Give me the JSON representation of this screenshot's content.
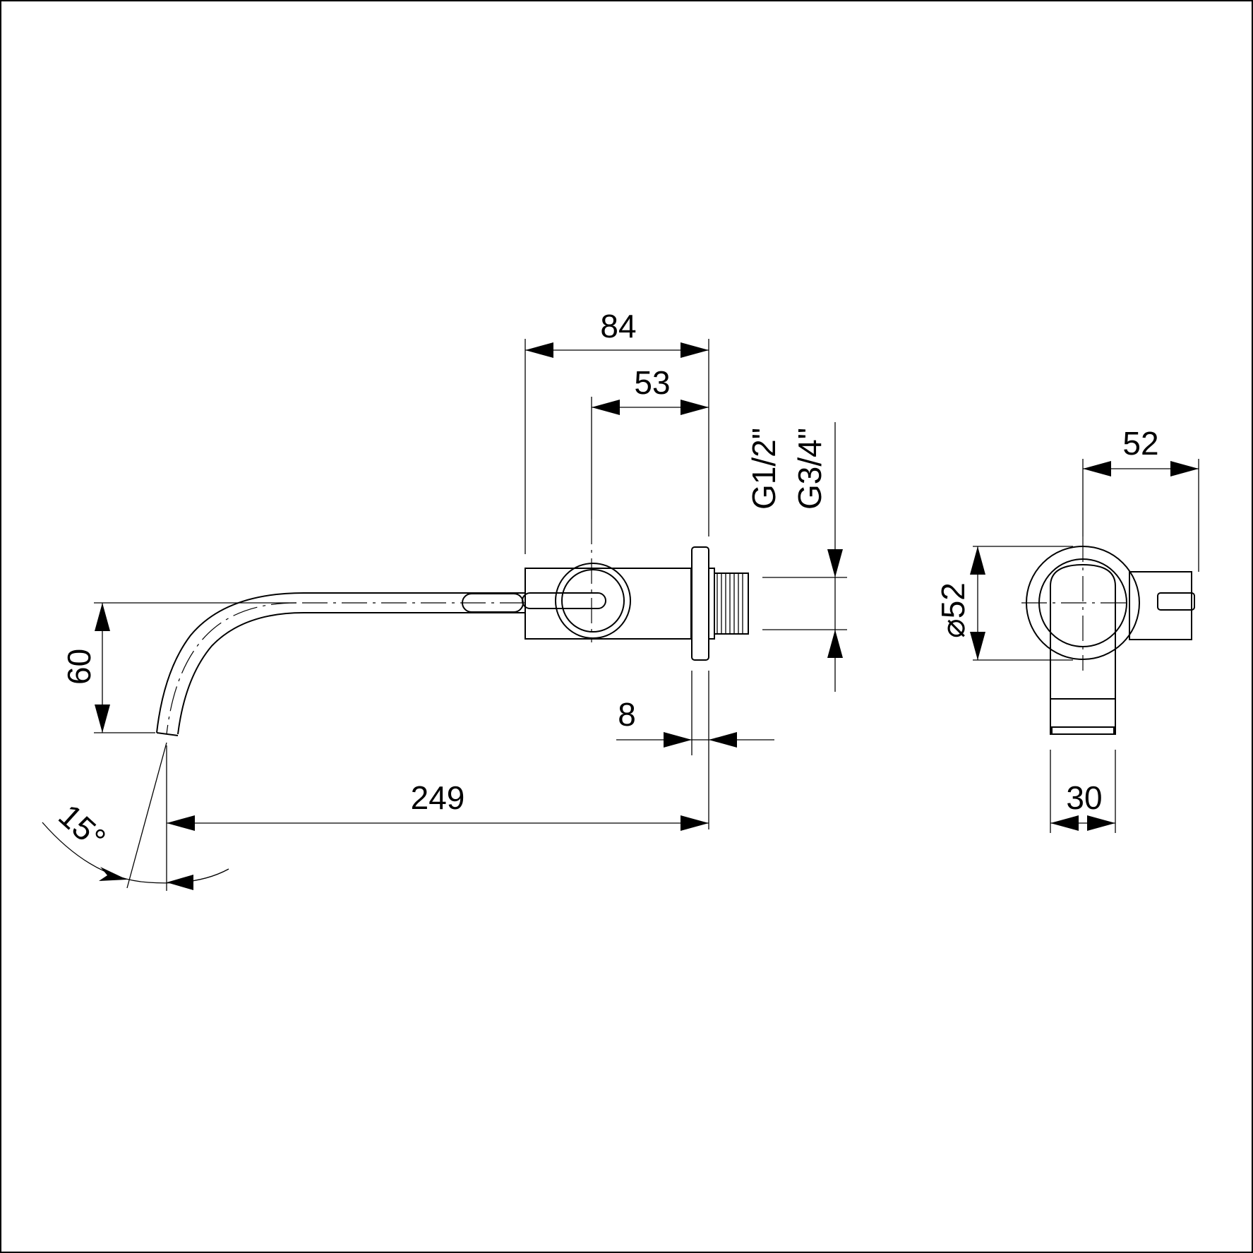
{
  "drawing": {
    "side_view": {
      "dims": {
        "overall_depth": "84",
        "handle_axis": "53",
        "spout_height": "60",
        "flange_thickness": "8",
        "projection": "249",
        "spout_angle": "15°"
      },
      "threads": {
        "inner": "G1/2\"",
        "outer": "G3/4\""
      }
    },
    "front_view": {
      "dims": {
        "plate_diameter": "⌀52",
        "lever_offset": "52",
        "lever_width": "30"
      }
    }
  },
  "colors": {
    "line": "#000000",
    "background": "#ffffff"
  }
}
